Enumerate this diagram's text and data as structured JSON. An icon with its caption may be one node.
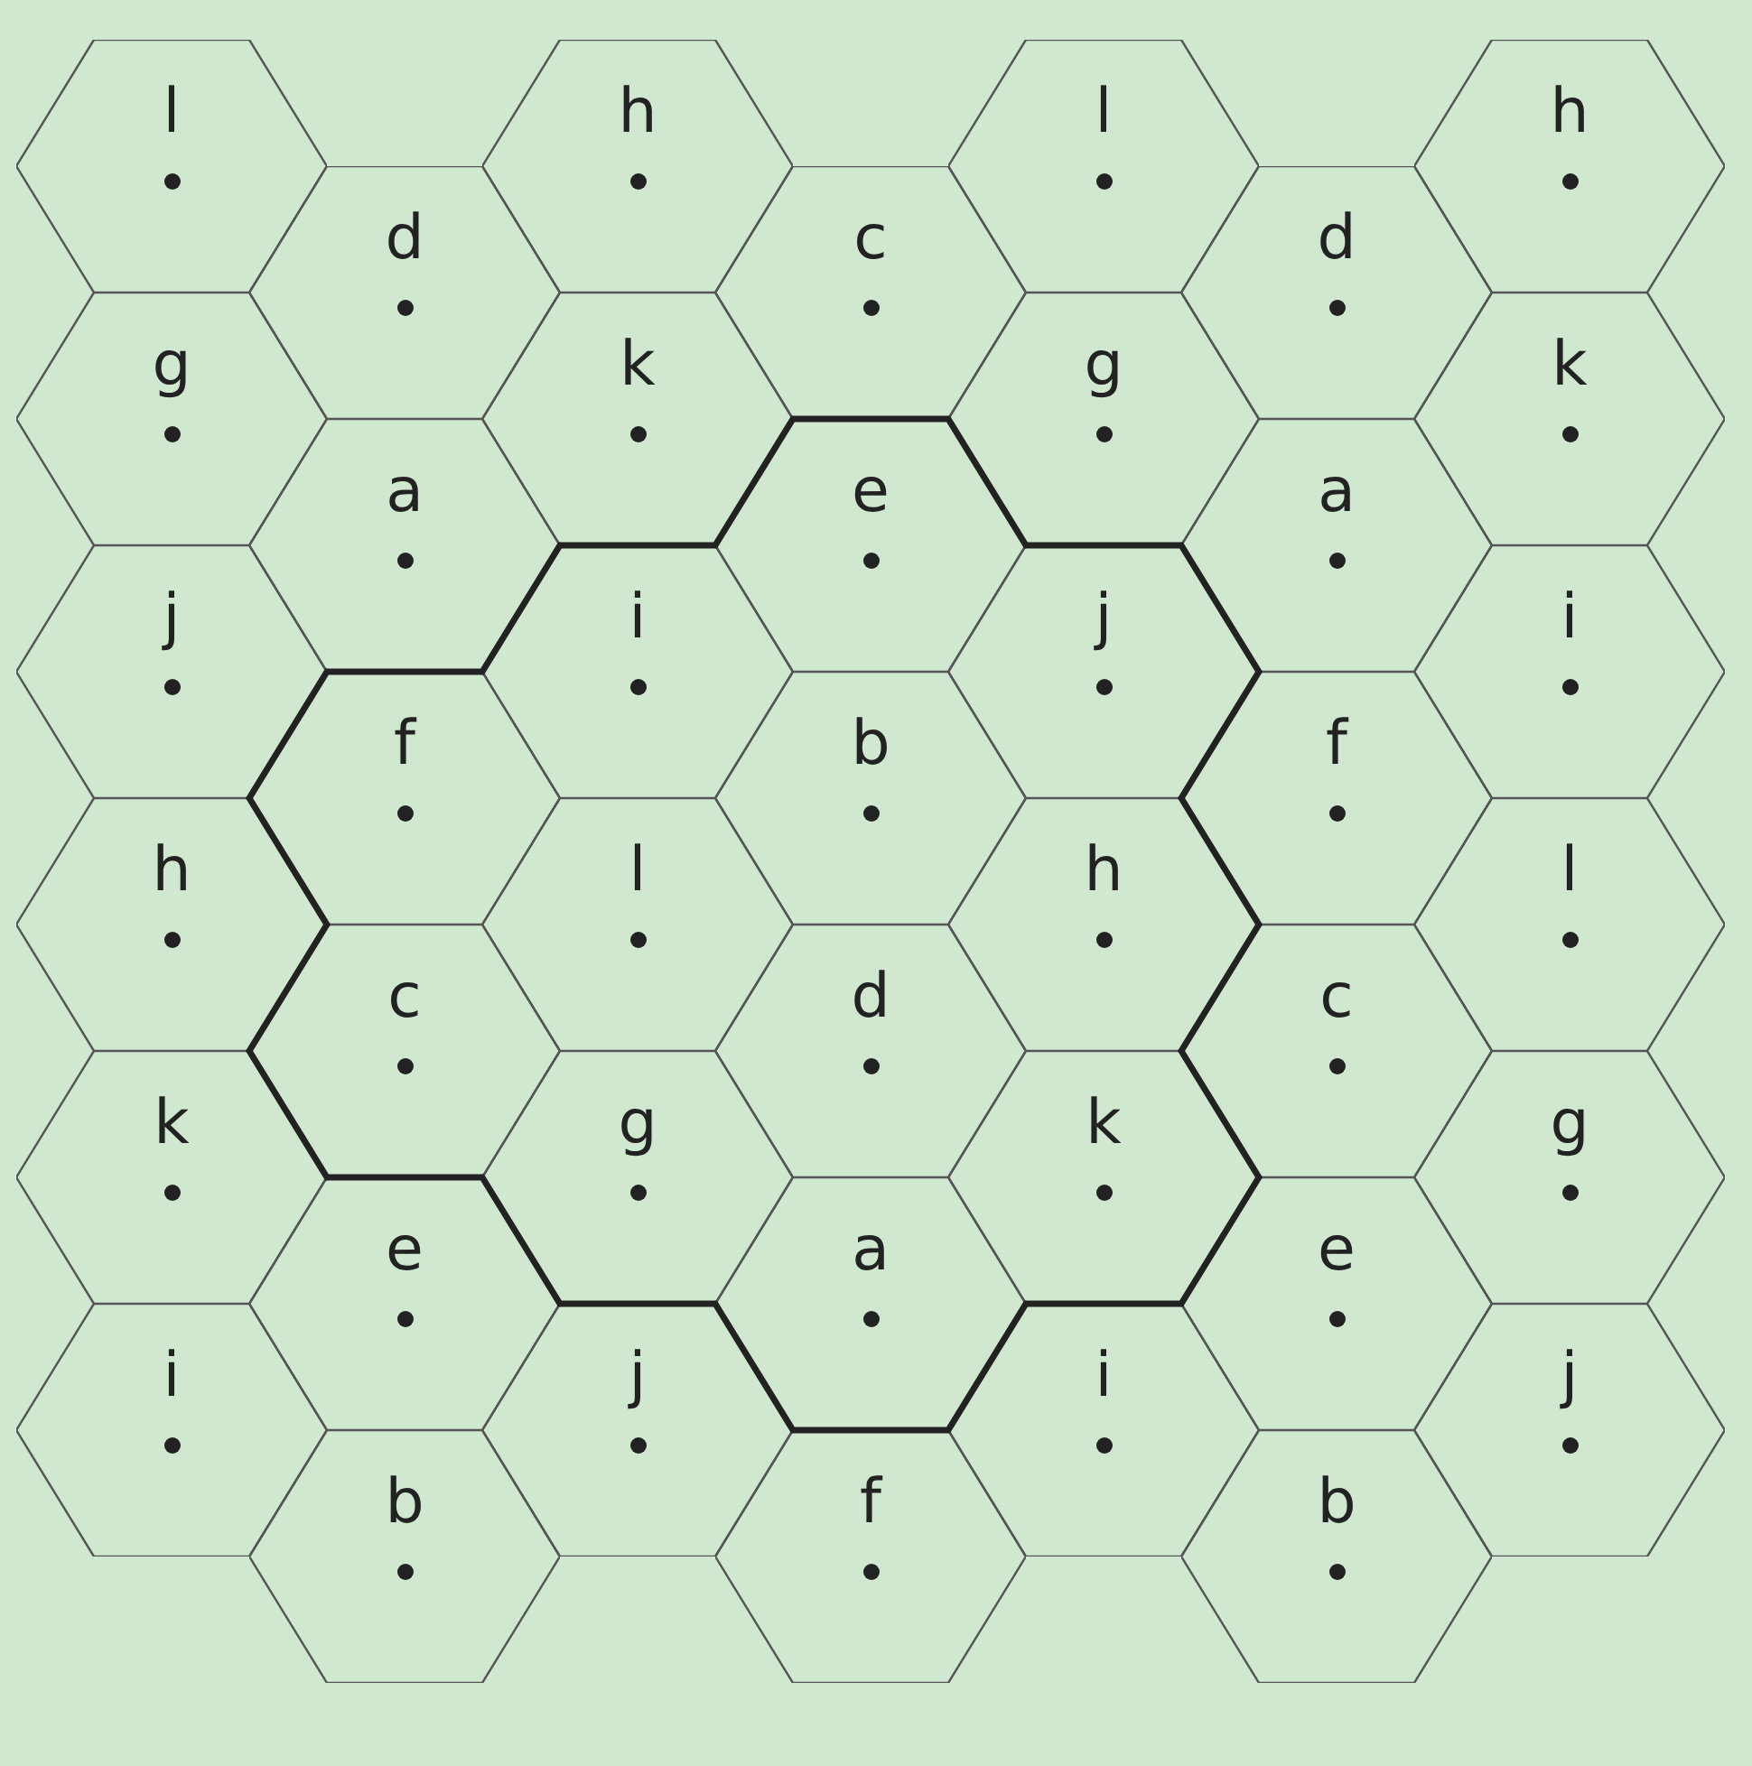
{
  "diagram": {
    "nodes": [
      {
        "text": [
          "l"
        ]
      },
      {
        "text": [
          "h"
        ]
      },
      {
        "text": [
          "l"
        ]
      },
      {
        "text": [
          "h"
        ]
      },
      {
        "text": [
          "d"
        ]
      },
      {
        "text": [
          "c"
        ]
      },
      {
        "text": [
          "d"
        ]
      },
      {
        "text": [
          "g"
        ]
      },
      {
        "text": [
          "k"
        ]
      },
      {
        "text": [
          "g"
        ]
      },
      {
        "text": [
          "k"
        ]
      },
      {
        "text": [
          "a"
        ]
      },
      {
        "text": [
          "e"
        ]
      },
      {
        "text": [
          "a"
        ]
      },
      {
        "text": [
          "j"
        ]
      },
      {
        "text": [
          "i"
        ]
      },
      {
        "text": [
          "j"
        ]
      },
      {
        "text": [
          "i"
        ]
      },
      {
        "text": [
          "f"
        ]
      },
      {
        "text": [
          "b"
        ]
      },
      {
        "text": [
          "f"
        ]
      },
      {
        "text": [
          "h"
        ]
      },
      {
        "text": [
          "l"
        ]
      },
      {
        "text": [
          "h"
        ]
      },
      {
        "text": [
          "l"
        ]
      },
      {
        "text": [
          "c"
        ]
      },
      {
        "text": [
          "d"
        ]
      },
      {
        "text": [
          "c"
        ]
      },
      {
        "text": [
          "k"
        ]
      },
      {
        "text": [
          "g"
        ]
      },
      {
        "text": [
          "k"
        ]
      },
      {
        "text": [
          "g"
        ]
      },
      {
        "text": [
          "e"
        ]
      },
      {
        "text": [
          "a"
        ]
      },
      {
        "text": [
          "e"
        ]
      },
      {
        "text": [
          "i"
        ]
      },
      {
        "text": [
          "j"
        ]
      },
      {
        "text": [
          "i"
        ]
      },
      {
        "text": [
          "j"
        ]
      },
      {
        "text": [
          "b"
        ]
      },
      {
        "text": [
          "f"
        ]
      },
      {
        "text": [
          "b"
        ]
      }
    ]
  }
}
